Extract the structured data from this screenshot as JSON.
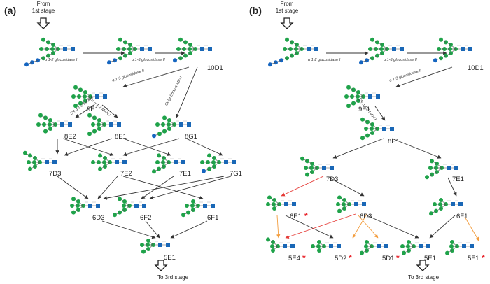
{
  "panels": {
    "a": "(a)",
    "b": "(b)"
  },
  "flow": {
    "from_line1": "From",
    "from_line2": "1st stage",
    "to": "To 3rd stage"
  },
  "colors": {
    "mannose": "#1fa34a",
    "glcnac": "#1967b6",
    "glucose": "#1565c0",
    "arrow_main": "#333333",
    "arrow_red": "#e53935",
    "arrow_orange": "#f39c3c",
    "star": "#e8232a"
  },
  "enzymes": {
    "a_12_glc": "α 1-2 glucosidase I",
    "a_13_glc": "α 1-3 glucosidase II",
    "a_13_glc_b": "α 1-3 glucosidase II",
    "er_man_b": "ER α 1-2 MAN B",
    "er_man": "ER α 1-2 MAN I",
    "golgi_endo": "Golgi Endo-α-MAN",
    "b_12_glc": "α 1-2 glucosidase I",
    "b_13_glc": "α 1-3 glucosidase II",
    "b_13_glc_b": "α 1-3 glucosidase II",
    "b_er_man": "ER α 1-2 MAN I"
  },
  "nodes_a": {
    "n10D1": "10D1",
    "n9E1": "9E1",
    "n8E2": "8E2",
    "n8E1": "8E1",
    "n8G1": "8G1",
    "n7D3": "7D3",
    "n7E2": "7E2",
    "n7E1": "7E1",
    "n7G1": "7G1",
    "n6D3": "6D3",
    "n6F2": "6F2",
    "n6F1": "6F1",
    "n5E1": "5E1"
  },
  "nodes_b": {
    "n10D1": "10D1",
    "n9E1": "9E1",
    "n8E1": "8E1",
    "n7D3": "7D3",
    "n7E1": "7E1",
    "n6E1": "6E1",
    "n6D3": "6D3",
    "n6F1": "6F1",
    "n5E4": "5E4",
    "n5D2": "5D2",
    "n5D1": "5D1",
    "n5E1": "5E1",
    "n5F1": "5F1"
  },
  "stars": {
    "s6E1": "*",
    "s5E4": "*",
    "s5D2": "*",
    "s5D1": "*",
    "s5F1": "*"
  }
}
